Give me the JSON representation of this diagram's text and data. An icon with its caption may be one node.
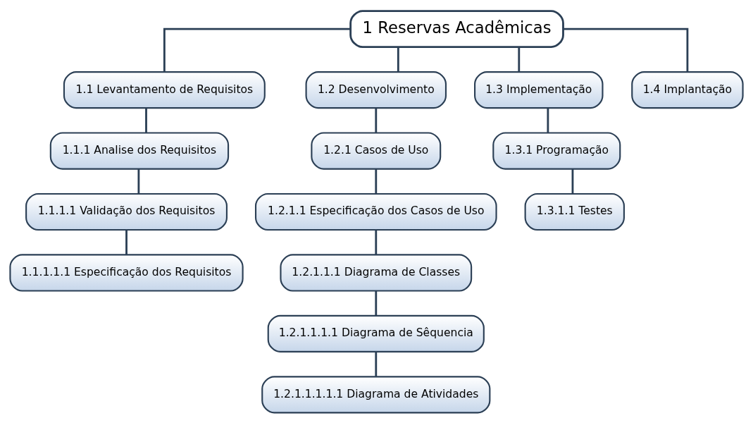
{
  "diagram": {
    "nodes": [
      {
        "text": [
          "1 Reservas Acadêmicas"
        ]
      },
      {
        "text": [
          "1.1 Levantamento de Requisitos"
        ]
      },
      {
        "text": [
          "1.2 Desenvolvimento"
        ]
      },
      {
        "text": [
          "1.3 Implementação"
        ]
      },
      {
        "text": [
          "1.4 Implantação"
        ]
      },
      {
        "text": [
          "1.1.1 Analise dos Requisitos"
        ]
      },
      {
        "text": [
          "1.2.1 Casos de Uso"
        ]
      },
      {
        "text": [
          "1.3.1 Programação"
        ]
      },
      {
        "text": [
          "1.1.1.1 Validação dos Requisitos"
        ]
      },
      {
        "text": [
          "1.2.1.1 Especificação dos Casos de Uso"
        ]
      },
      {
        "text": [
          "1.3.1.1 Testes"
        ]
      },
      {
        "text": [
          "1.1.1.1.1 Especificação dos Requisitos"
        ]
      },
      {
        "text": [
          "1.2.1.1.1 Diagrama de Classes"
        ]
      },
      {
        "text": [
          "1.2.1.1.1.1 Diagrama de Sêquencia"
        ]
      },
      {
        "text": [
          "1.2.1.1.1.1.1 Diagrama de Atividades"
        ]
      }
    ],
    "edges": [
      {
        "from": 0,
        "to": 1,
        "arrow": "none"
      },
      {
        "from": 0,
        "to": 2,
        "arrow": "none"
      },
      {
        "from": 0,
        "to": 3,
        "arrow": "none"
      },
      {
        "from": 0,
        "to": 4,
        "arrow": "none"
      },
      {
        "from": 1,
        "to": 5,
        "arrow": "none"
      },
      {
        "from": 5,
        "to": 8,
        "arrow": "none"
      },
      {
        "from": 8,
        "to": 11,
        "arrow": "none"
      },
      {
        "from": 2,
        "to": 6,
        "arrow": "none"
      },
      {
        "from": 6,
        "to": 9,
        "arrow": "none"
      },
      {
        "from": 9,
        "to": 12,
        "arrow": "none"
      },
      {
        "from": 12,
        "to": 13,
        "arrow": "none"
      },
      {
        "from": 13,
        "to": 14,
        "arrow": "none"
      },
      {
        "from": 3,
        "to": 7,
        "arrow": "none"
      },
      {
        "from": 7,
        "to": 10,
        "arrow": "none"
      }
    ]
  }
}
